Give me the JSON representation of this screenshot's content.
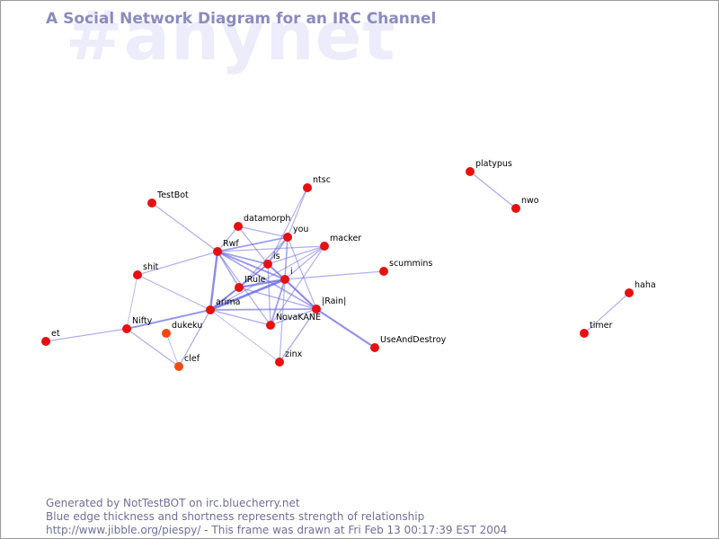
{
  "header": {
    "watermark": "#anynet",
    "title": "A Social Network Diagram for an IRC Channel"
  },
  "footer": {
    "line1": "Generated by NotTestBOT on irc.bluecherry.net",
    "line2": "Blue edge thickness and shortness represents strength of relationship",
    "line3": "http://www.jibble.org/piespy/ - This frame was drawn at Fri Feb 13 00:17:39 EST 2004"
  },
  "colors": {
    "node": "#e8100f",
    "node_recent": "#f04a10",
    "edge": "#6a6ae6",
    "watermark": "#ececfb",
    "title": "#8b8bbe"
  },
  "nodes": [
    {
      "id": "TestBot",
      "label": "TestBot"
    },
    {
      "id": "datamorph",
      "label": "datamorph"
    },
    {
      "id": "you",
      "label": "you"
    },
    {
      "id": "ntsc",
      "label": "ntsc"
    },
    {
      "id": "macker",
      "label": "macker"
    },
    {
      "id": "Rwf",
      "label": "Rwf"
    },
    {
      "id": "is",
      "label": "is"
    },
    {
      "id": "shit",
      "label": "shit"
    },
    {
      "id": "i",
      "label": "i"
    },
    {
      "id": "scummins",
      "label": "scummins"
    },
    {
      "id": "IRule",
      "label": "IRule"
    },
    {
      "id": "IRainI",
      "label": "|Rain|"
    },
    {
      "id": "arima",
      "label": "arima"
    },
    {
      "id": "NovaKANE",
      "label": "NovaKANE"
    },
    {
      "id": "Nifty",
      "label": "Nifty"
    },
    {
      "id": "dukeku",
      "label": "dukeku",
      "recent": true
    },
    {
      "id": "et",
      "label": "et"
    },
    {
      "id": "clef",
      "label": "clef",
      "recent": true
    },
    {
      "id": "zinx",
      "label": "zinx"
    },
    {
      "id": "UseAndDestroy",
      "label": "UseAndDestroy"
    },
    {
      "id": "platypus",
      "label": "platypus"
    },
    {
      "id": "nwo",
      "label": "nwo"
    },
    {
      "id": "haha",
      "label": "haha"
    },
    {
      "id": "timer",
      "label": "timer"
    }
  ],
  "edges": [
    {
      "a": "TestBot",
      "b": "Rwf",
      "w": 1.3
    },
    {
      "a": "ntsc",
      "b": "you",
      "w": 1.2
    },
    {
      "a": "ntsc",
      "b": "is",
      "w": 1.2
    },
    {
      "a": "datamorph",
      "b": "you",
      "w": 1.3
    },
    {
      "a": "datamorph",
      "b": "Rwf",
      "w": 1.3
    },
    {
      "a": "datamorph",
      "b": "is",
      "w": 1.3
    },
    {
      "a": "you",
      "b": "Rwf",
      "w": 1.8
    },
    {
      "a": "you",
      "b": "is",
      "w": 1.6
    },
    {
      "a": "you",
      "b": "i",
      "w": 1.6
    },
    {
      "a": "you",
      "b": "IRule",
      "w": 1.3
    },
    {
      "a": "you",
      "b": "IRainI",
      "w": 1.2
    },
    {
      "a": "macker",
      "b": "Rwf",
      "w": 1.3
    },
    {
      "a": "macker",
      "b": "is",
      "w": 1.3
    },
    {
      "a": "macker",
      "b": "i",
      "w": 1.3
    },
    {
      "a": "macker",
      "b": "arima",
      "w": 1.2
    },
    {
      "a": "macker",
      "b": "NovaKANE",
      "w": 1.2
    },
    {
      "a": "Rwf",
      "b": "is",
      "w": 1.8
    },
    {
      "a": "Rwf",
      "b": "i",
      "w": 2.0
    },
    {
      "a": "Rwf",
      "b": "IRule",
      "w": 1.6
    },
    {
      "a": "Rwf",
      "b": "arima",
      "w": 2.4
    },
    {
      "a": "Rwf",
      "b": "IRainI",
      "w": 1.6
    },
    {
      "a": "Rwf",
      "b": "NovaKANE",
      "w": 1.3
    },
    {
      "a": "Rwf",
      "b": "shit",
      "w": 1.2
    },
    {
      "a": "is",
      "b": "i",
      "w": 1.8
    },
    {
      "a": "is",
      "b": "IRule",
      "w": 1.6
    },
    {
      "a": "is",
      "b": "arima",
      "w": 1.4
    },
    {
      "a": "is",
      "b": "NovaKANE",
      "w": 1.3
    },
    {
      "a": "is",
      "b": "IRainI",
      "w": 1.3
    },
    {
      "a": "i",
      "b": "IRule",
      "w": 2.4
    },
    {
      "a": "i",
      "b": "arima",
      "w": 2.6
    },
    {
      "a": "i",
      "b": "IRainI",
      "w": 2.0
    },
    {
      "a": "i",
      "b": "NovaKANE",
      "w": 1.8
    },
    {
      "a": "i",
      "b": "scummins",
      "w": 1.3
    },
    {
      "a": "i",
      "b": "zinx",
      "w": 1.2
    },
    {
      "a": "IRule",
      "b": "arima",
      "w": 2.0
    },
    {
      "a": "IRule",
      "b": "IRainI",
      "w": 1.4
    },
    {
      "a": "arima",
      "b": "IRainI",
      "w": 1.8
    },
    {
      "a": "arima",
      "b": "NovaKANE",
      "w": 1.4
    },
    {
      "a": "arima",
      "b": "Nifty",
      "w": 2.0
    },
    {
      "a": "arima",
      "b": "clef",
      "w": 1.3
    },
    {
      "a": "arima",
      "b": "shit",
      "w": 1.2
    },
    {
      "a": "arima",
      "b": "zinx",
      "w": 1.0
    },
    {
      "a": "IRainI",
      "b": "UseAndDestroy",
      "w": 2.2
    },
    {
      "a": "IRainI",
      "b": "zinx",
      "w": 1.4
    },
    {
      "a": "IRainI",
      "b": "NovaKANE",
      "w": 1.3
    },
    {
      "a": "shit",
      "b": "Nifty",
      "w": 1.0
    },
    {
      "a": "Nifty",
      "b": "et",
      "w": 1.3
    },
    {
      "a": "Nifty",
      "b": "clef",
      "w": 1.3
    },
    {
      "a": "dukeku",
      "b": "clef",
      "w": 1.0
    },
    {
      "a": "platypus",
      "b": "nwo",
      "w": 1.4
    },
    {
      "a": "haha",
      "b": "timer",
      "w": 1.2
    }
  ]
}
